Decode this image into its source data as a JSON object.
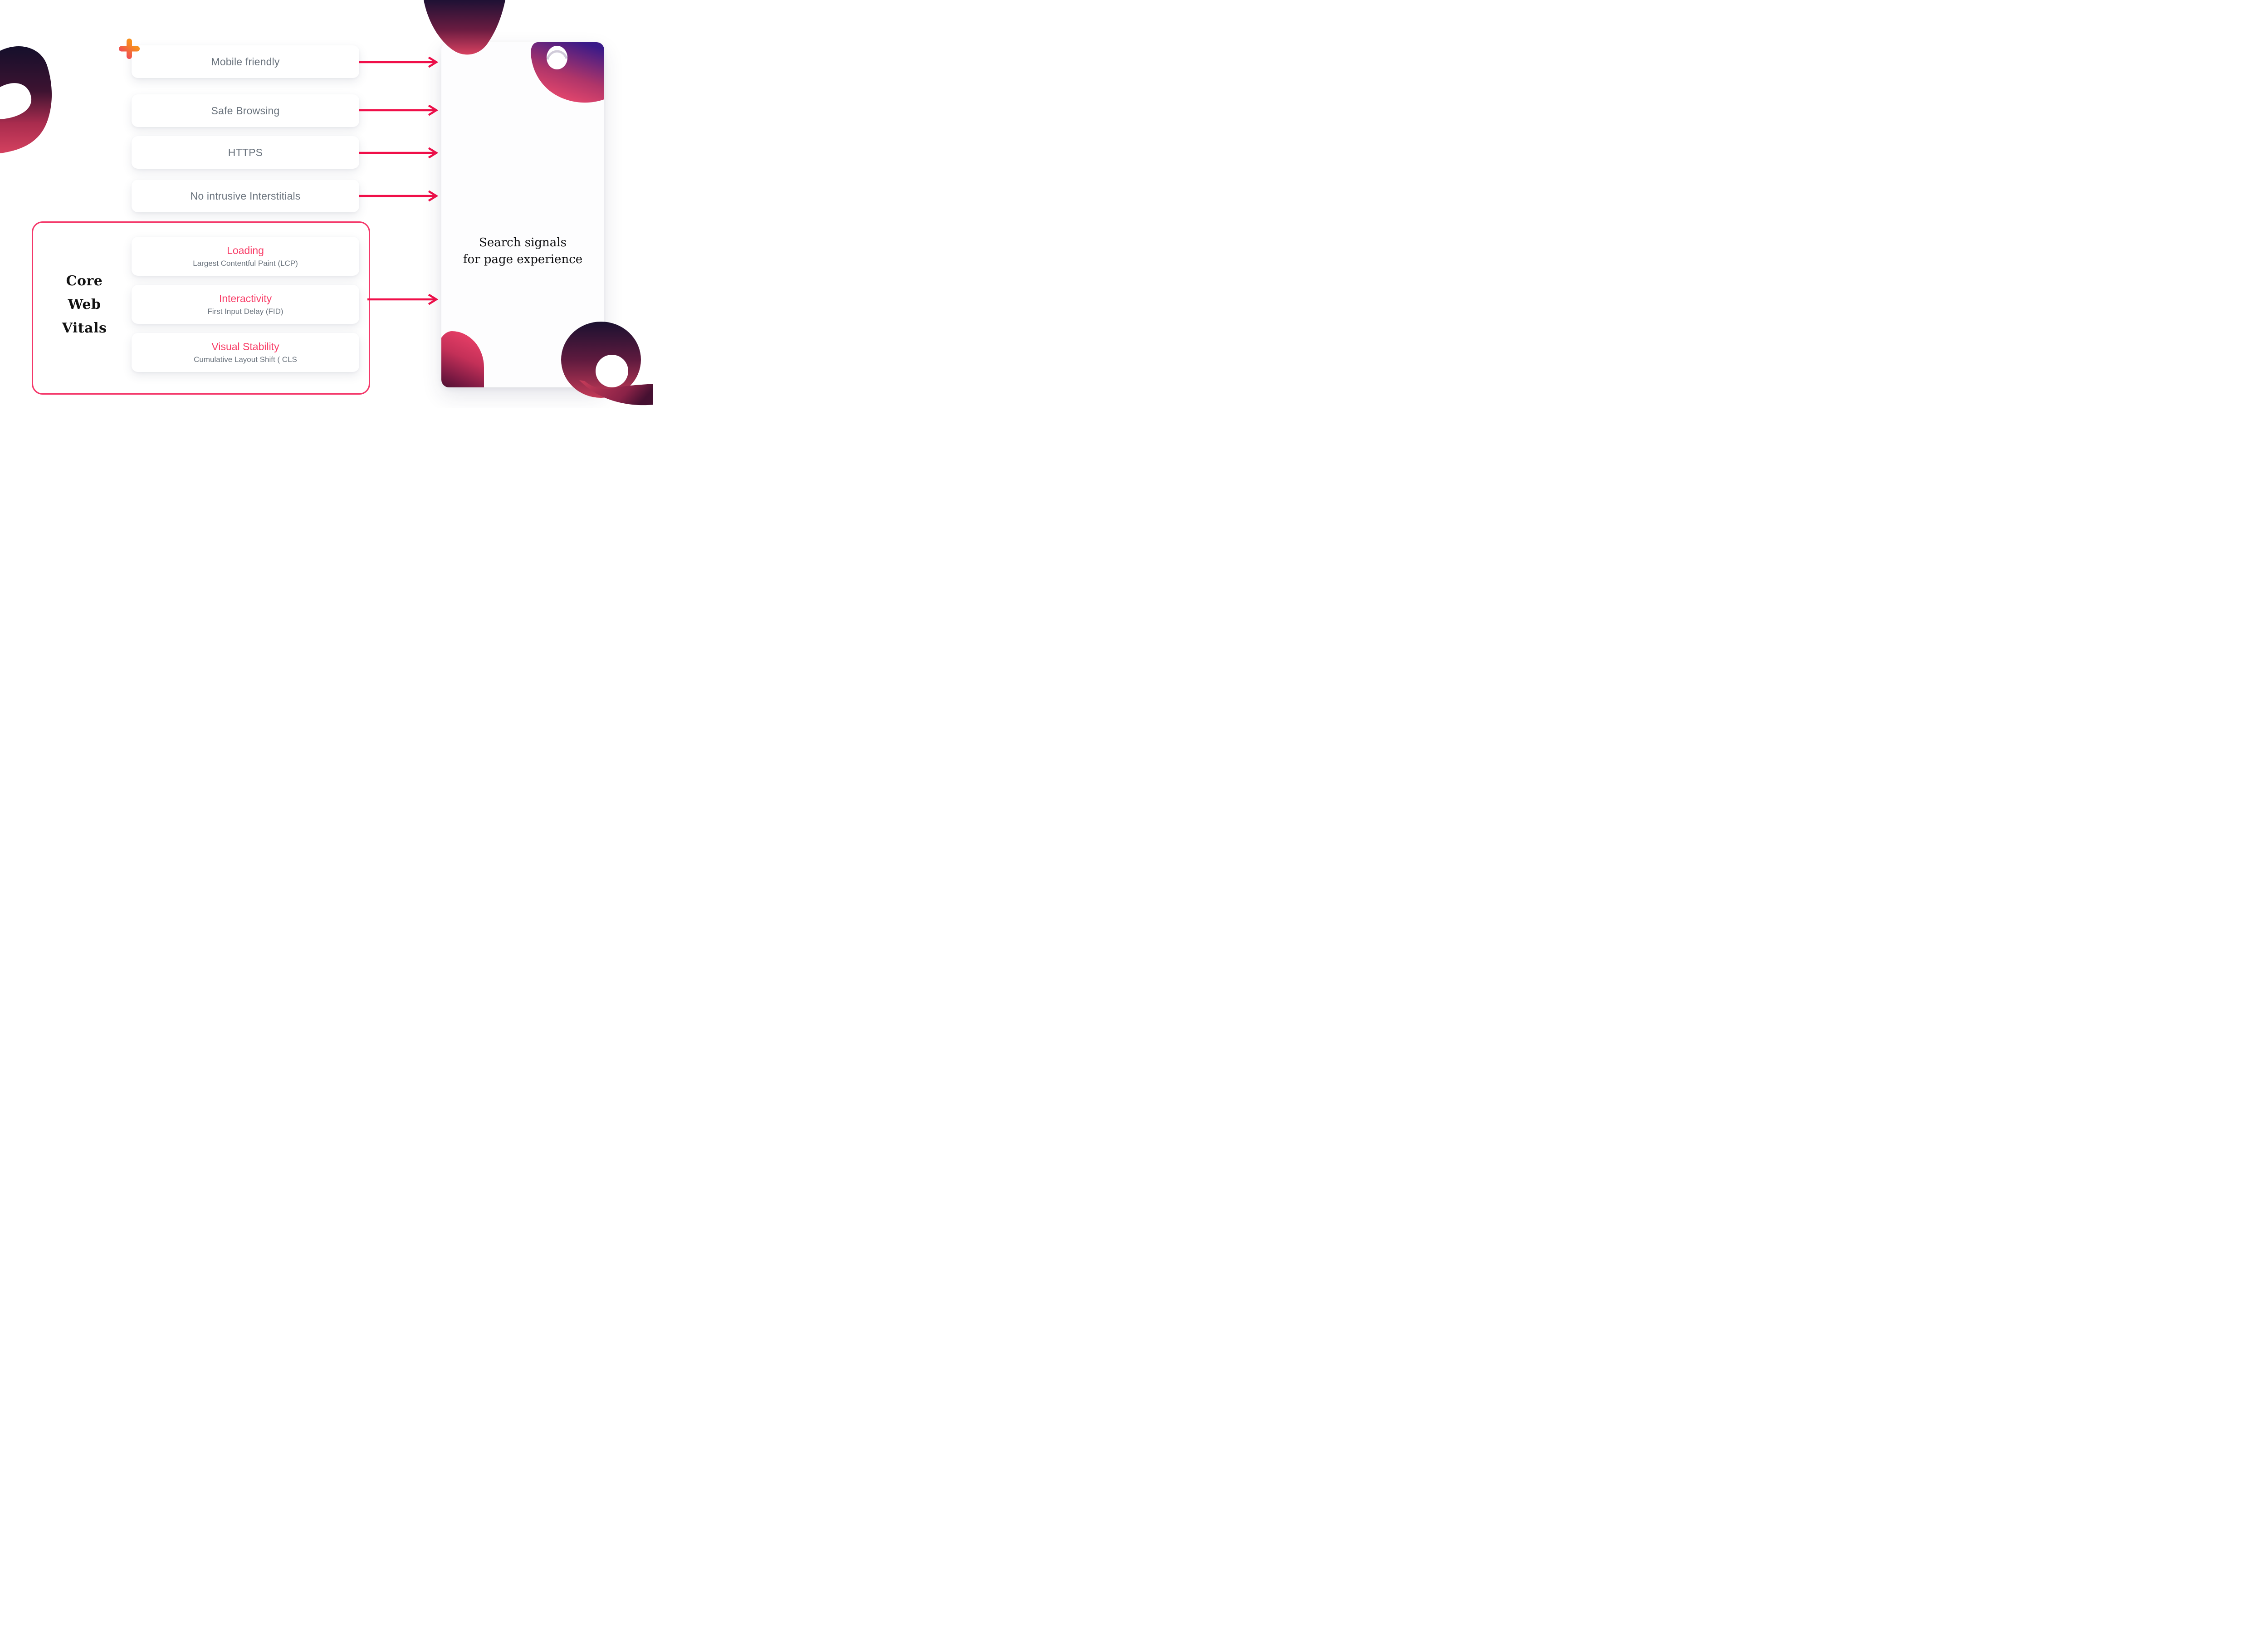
{
  "signals": [
    {
      "label": "Mobile friendly"
    },
    {
      "label": "Safe Browsing"
    },
    {
      "label": "HTTPS"
    },
    {
      "label": "No intrusive Interstitials"
    }
  ],
  "core_web_vitals": {
    "label": "Core\nWeb\nVitals",
    "items": [
      {
        "title": "Loading",
        "subtitle": "Largest Contentful Paint (LCP)"
      },
      {
        "title": "Interactivity",
        "subtitle": "First Input Delay (FID)"
      },
      {
        "title": "Visual Stability",
        "subtitle": "Cumulative Layout Shift ( CLS"
      }
    ]
  },
  "card": {
    "title": "Search signals\nfor page experience"
  },
  "colors": {
    "accent_pink": "#f83e68",
    "arrow_crimson": "#f00f49",
    "container_border": "#f4386a",
    "text_gray": "#6a737d",
    "ink": "#0e0e10",
    "plus_orange": "#f78f1e",
    "plus_pink": "#ee3a64",
    "blob_dark": "#1a1130",
    "blob_crimson": "#d4415f",
    "decoration_purple": "#3a1a88"
  }
}
